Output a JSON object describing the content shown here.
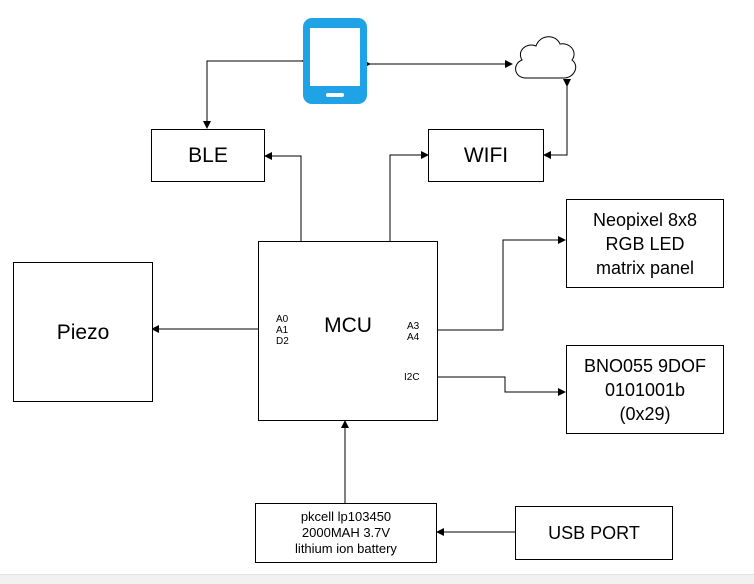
{
  "blocks": {
    "ble": "BLE",
    "wifi": "WIFI",
    "mcu": "MCU",
    "piezo": "Piezo",
    "neopixel": [
      "Neopixel 8x8",
      "RGB LED",
      "matrix panel"
    ],
    "bno": [
      "BNO055 9DOF",
      "0101001b",
      "(0x29)"
    ],
    "battery": [
      "pkcell lp103450",
      "2000MAH 3.7V",
      "lithium ion battery"
    ],
    "usb": "USB PORT"
  },
  "pins": {
    "left": [
      "A0",
      "A1",
      "D2"
    ],
    "right": [
      "A3",
      "A4"
    ],
    "i2c": "I2C"
  },
  "icons": {
    "phone": "smartphone-icon",
    "cloud": "cloud-icon"
  },
  "colors": {
    "phone": "#1fa3e6",
    "line": "#000000"
  }
}
